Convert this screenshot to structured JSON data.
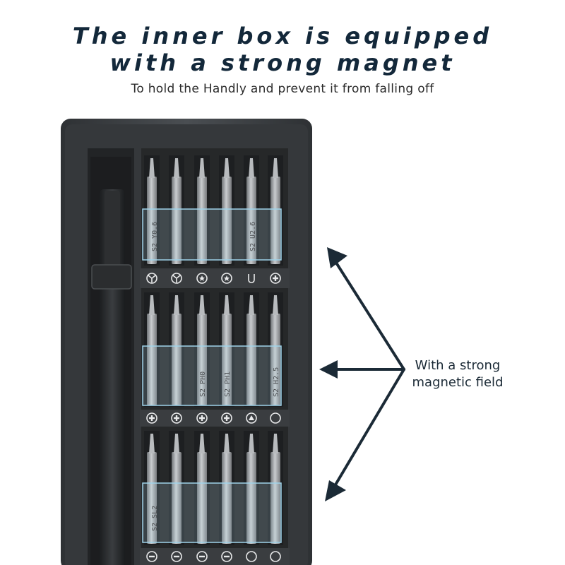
{
  "header": {
    "title_line1": "The inner box is equipped",
    "title_line2": "with a strong magnet",
    "subtitle": "To hold the Handly and prevent it from falling off"
  },
  "callout": {
    "line1": "With a strong",
    "line2": "magnetic field"
  },
  "bit_labels": {
    "row1": [
      "S2 Y0.6",
      "S2 U2.6"
    ],
    "row2": [
      "S2 PH0",
      "S2 PH1",
      "S2 H2.5"
    ],
    "row3": [
      "S2 SL2"
    ]
  },
  "slot_icons": {
    "row1": [
      "y-icon",
      "y-icon",
      "star-icon",
      "star-icon",
      "u-icon",
      "cross-circle-icon"
    ],
    "row2": [
      "plus-icon",
      "plus-icon",
      "plus-icon",
      "plus-icon",
      "triangle-icon",
      "hex-icon"
    ],
    "row3": [
      "minus-icon",
      "minus-icon",
      "minus-icon",
      "minus-icon",
      "hex-icon",
      "hex-icon"
    ]
  },
  "colors": {
    "headline": "#13283a",
    "arrow": "#1b2a36",
    "case_outer": "#3d4145",
    "case_inner": "#2a2d30",
    "bit": "#a9adb0",
    "magnet_highlight": "#9fd3ea"
  }
}
